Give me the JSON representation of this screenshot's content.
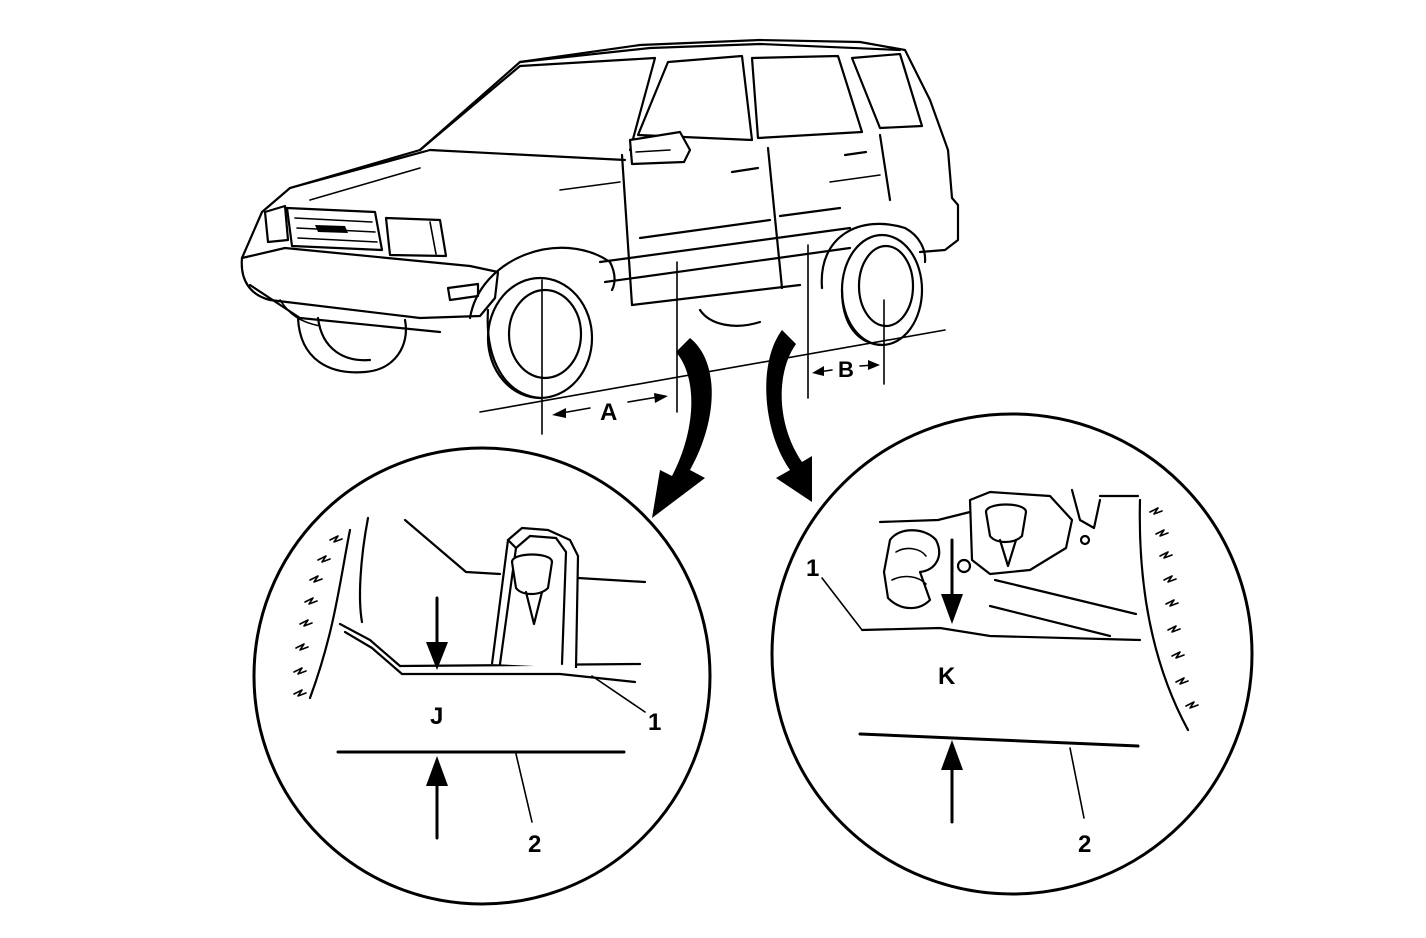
{
  "callouts": {
    "dim_a": "A",
    "dim_b": "B",
    "point_j": "J",
    "point_k": "K",
    "left_detail_1": "1",
    "left_detail_2": "2",
    "right_detail_1": "1",
    "right_detail_2": "2"
  },
  "icons": {
    "vehicle": "suv-side-perspective-illustration",
    "detail_left": "front-lift-point-magnified-circle",
    "detail_right": "rear-lift-point-magnified-circle"
  }
}
